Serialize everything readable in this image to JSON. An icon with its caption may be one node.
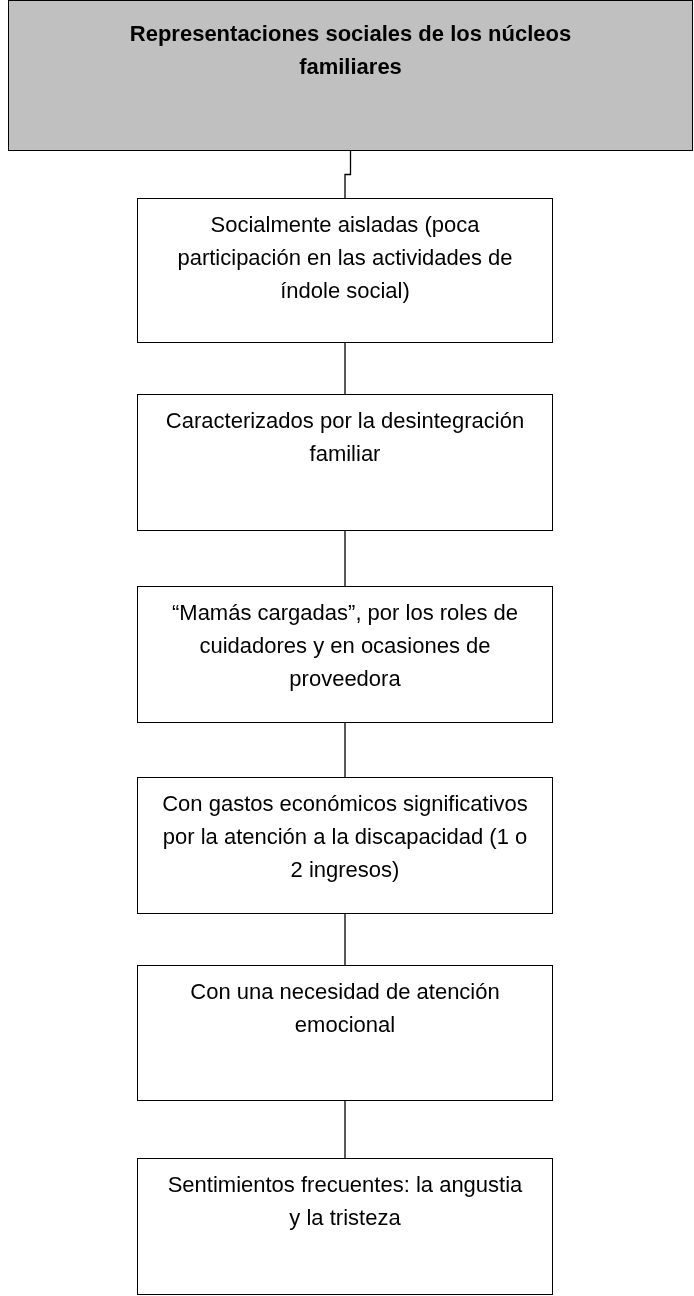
{
  "diagram": {
    "nodes": [
      {
        "text": [
          "Representaciones sociales de los núcleos familiares"
        ]
      },
      {
        "text": [
          "Socialmente aisladas (poca participación en las actividades de índole social)"
        ]
      },
      {
        "text": [
          "Caracterizados por la desintegración familiar"
        ]
      },
      {
        "text": [
          "“Mamás cargadas”, por los roles de cuidadores y en ocasiones de proveedora"
        ]
      },
      {
        "text": [
          "Con gastos económicos significativos por la atención a la discapacidad (1 o 2 ingresos)"
        ]
      },
      {
        "text": [
          "Con una necesidad de atención emocional"
        ]
      },
      {
        "text": [
          "Sentimientos frecuentes: la angustia y la tristeza"
        ]
      }
    ],
    "edges": [
      {
        "from": 0,
        "to": 1,
        "arrow": "none"
      },
      {
        "from": 1,
        "to": 2,
        "arrow": "none"
      },
      {
        "from": 2,
        "to": 3,
        "arrow": "none"
      },
      {
        "from": 3,
        "to": 4,
        "arrow": "none"
      },
      {
        "from": 4,
        "to": 5,
        "arrow": "none"
      },
      {
        "from": 5,
        "to": 6,
        "arrow": "none"
      }
    ]
  }
}
